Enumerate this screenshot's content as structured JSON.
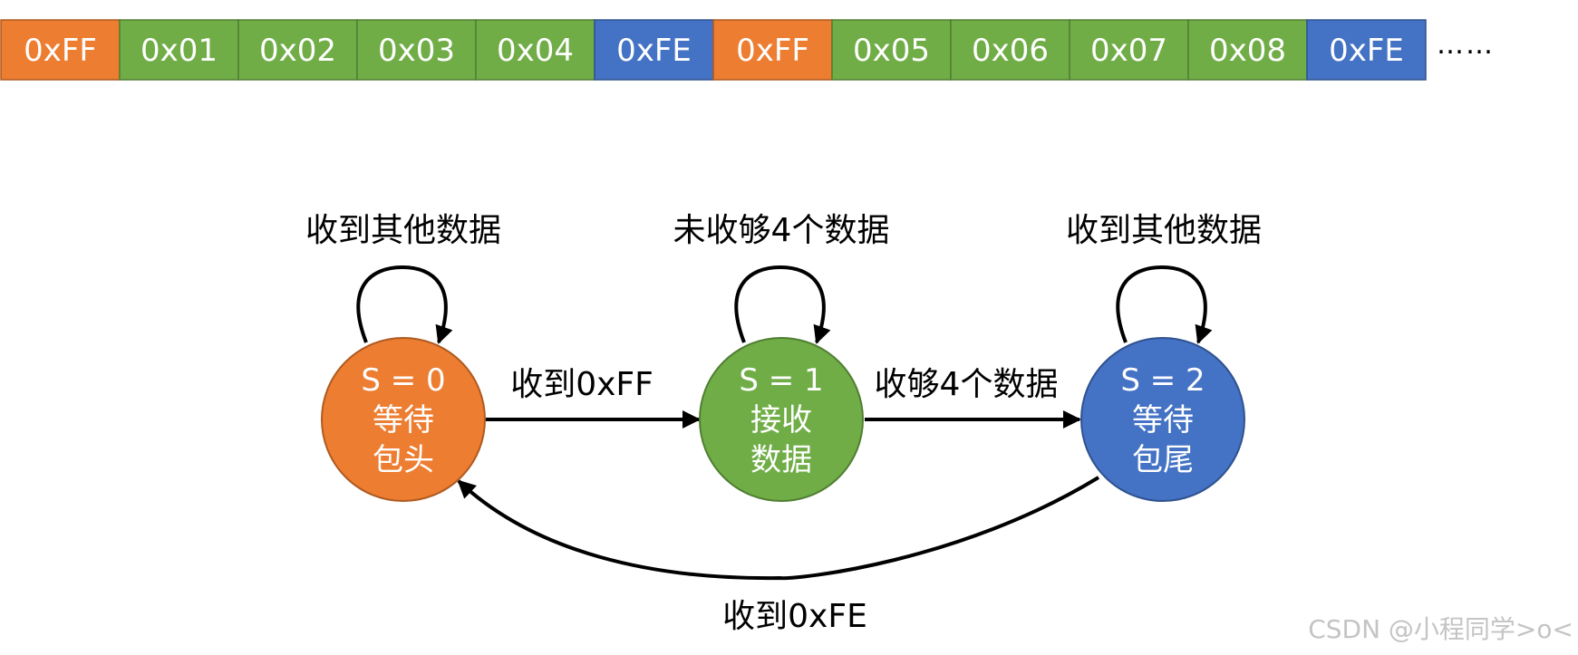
{
  "colors": {
    "orange": "#ED7D31",
    "orange_border": "#AE5A21",
    "green": "#70AD47",
    "green_border": "#507E32",
    "blue": "#4472C4",
    "blue_border": "#2F528F",
    "arrow": "#000000"
  },
  "sequence": {
    "cells": [
      {
        "text": "0xFF",
        "kind": "header"
      },
      {
        "text": "0x01",
        "kind": "data"
      },
      {
        "text": "0x02",
        "kind": "data"
      },
      {
        "text": "0x03",
        "kind": "data"
      },
      {
        "text": "0x04",
        "kind": "data"
      },
      {
        "text": "0xFE",
        "kind": "tail"
      },
      {
        "text": "0xFF",
        "kind": "header"
      },
      {
        "text": "0x05",
        "kind": "data"
      },
      {
        "text": "0x06",
        "kind": "data"
      },
      {
        "text": "0x07",
        "kind": "data"
      },
      {
        "text": "0x08",
        "kind": "data"
      },
      {
        "text": "0xFE",
        "kind": "tail"
      }
    ],
    "ellipsis": "……"
  },
  "states": [
    {
      "id": "s0",
      "lines": [
        "S = 0",
        "等待",
        "包头"
      ],
      "kind": "header",
      "self_loop_label": "收到其他数据"
    },
    {
      "id": "s1",
      "lines": [
        "S = 1",
        "接收",
        "数据"
      ],
      "kind": "data",
      "self_loop_label": "未收够4个数据"
    },
    {
      "id": "s2",
      "lines": [
        "S = 2",
        "等待",
        "包尾"
      ],
      "kind": "tail",
      "self_loop_label": "收到其他数据"
    }
  ],
  "transitions": [
    {
      "from": "s0",
      "to": "s1",
      "label": "收到0xFF"
    },
    {
      "from": "s1",
      "to": "s2",
      "label": "收够4个数据"
    },
    {
      "from": "s2",
      "to": "s0",
      "label": "收到0xFE"
    }
  ],
  "watermark": "CSDN @小程同学>o<"
}
